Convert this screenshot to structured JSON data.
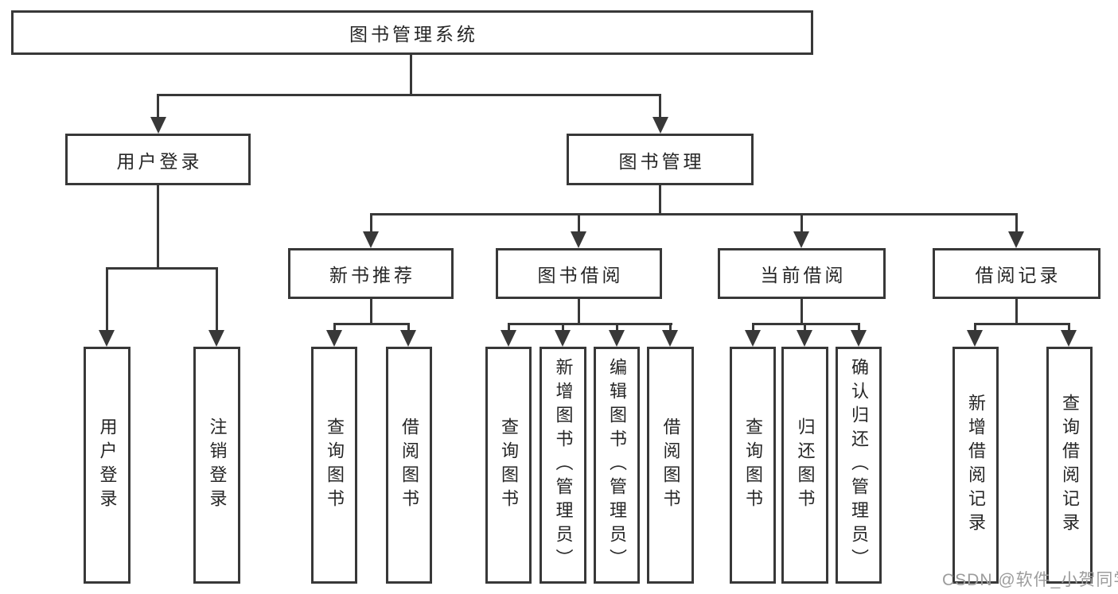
{
  "colors": {
    "line": "#383838",
    "text": "#262626",
    "watermark": "#9c9c9c",
    "background": "#ffffff"
  },
  "watermark": {
    "text": "CSDN @软件_小贺同学"
  },
  "tree": {
    "label": "图书管理系统",
    "children": [
      {
        "label": "用户登录",
        "children": [
          {
            "label": "用户登录"
          },
          {
            "label": "注销登录"
          }
        ]
      },
      {
        "label": "图书管理",
        "children": [
          {
            "label": "新书推荐",
            "children": [
              {
                "label": "查询图书"
              },
              {
                "label": "借阅图书"
              }
            ]
          },
          {
            "label": "图书借阅",
            "children": [
              {
                "label": "查询图书"
              },
              {
                "label": "新增图书（管理员）"
              },
              {
                "label": "编辑图书（管理员）"
              },
              {
                "label": "借阅图书"
              }
            ]
          },
          {
            "label": "当前借阅",
            "children": [
              {
                "label": "查询图书"
              },
              {
                "label": "归还图书"
              },
              {
                "label": "确认归还（管理员）"
              }
            ]
          },
          {
            "label": "借阅记录",
            "children": [
              {
                "label": "新增借阅记录"
              },
              {
                "label": "查询借阅记录"
              }
            ]
          }
        ]
      }
    ]
  }
}
